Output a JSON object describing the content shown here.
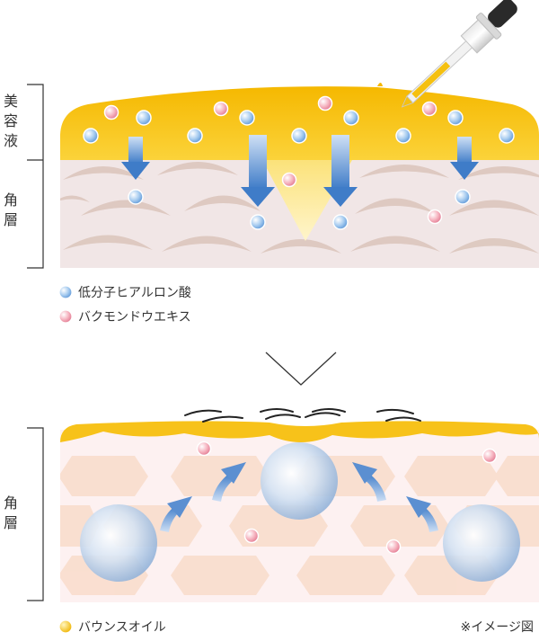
{
  "top_panel": {
    "layer_label_serum": [
      "美",
      "容",
      "液"
    ],
    "layer_label_stratum": [
      "角",
      "層"
    ]
  },
  "legend": {
    "items": [
      {
        "label": "低分子ヒアルロン酸",
        "color": "#7fb3e6"
      },
      {
        "label": "バクモンドウエキス",
        "color": "#f2a0b0"
      }
    ]
  },
  "bottom_panel": {
    "layer_label_stratum": [
      "角",
      "層"
    ],
    "legend_label": "バウンスオイル",
    "legend_color": "#f5c010",
    "note": "※イメージ図"
  },
  "colors": {
    "serum_yellow": "#f7c21a",
    "serum_yellow_light": "#fbe27a",
    "skin_base": "#f1e6e6",
    "skin_scale": "#dcc2b8",
    "arrow_blue": "#5b8fd1",
    "bottom_bg": "#fdf0f0",
    "hexagon": "#f9d8c8",
    "text": "#333333"
  }
}
